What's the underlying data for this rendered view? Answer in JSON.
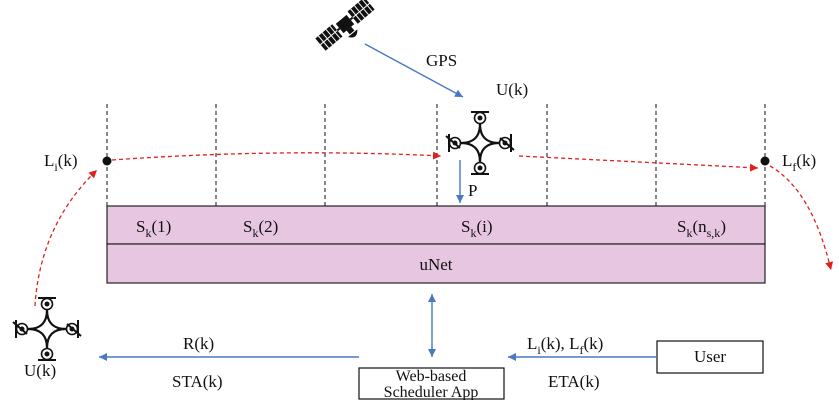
{
  "colors": {
    "band_fill": "#e6c6e0",
    "band_stroke": "#222222",
    "blue_arrow": "#4a78c2",
    "red_path": "#e0201c",
    "node_fill": "#111111"
  },
  "icons": {
    "satellite": "satellite-icon",
    "drone": "drone-icon"
  },
  "labels": {
    "gps": "GPS",
    "p": "P",
    "unet": "uNet",
    "drone_top_main": "U",
    "drone_top_arg": "(k)",
    "drone_left_main": "U",
    "drone_left_arg": "(k)",
    "li_main": "L",
    "li_sub": "i",
    "li_arg": "(k)",
    "lf_main": "L",
    "lf_sub": "f",
    "lf_arg": "(k)",
    "r_main": "R",
    "r_arg": "(k)",
    "sta": "STA(k)",
    "eta": "ETA(k)",
    "user": "User",
    "scheduler_line1": "Web-based",
    "scheduler_line2": "Scheduler App",
    "uplink_li_main": "L",
    "uplink_li_sub": "i",
    "uplink_li_arg": "(k), ",
    "uplink_lf_main": "L",
    "uplink_lf_sub": "f",
    "uplink_lf_arg": "(k)"
  },
  "segments": [
    {
      "main": "S",
      "sub": "k",
      "arg": "(1)"
    },
    {
      "main": "S",
      "sub": "k",
      "arg": "(2)"
    },
    {
      "main": "S",
      "sub": "k",
      "arg": "(i)"
    },
    {
      "main": "S",
      "sub": "k",
      "arg": "(n",
      "sub2": "s,k",
      "close": ")"
    }
  ]
}
